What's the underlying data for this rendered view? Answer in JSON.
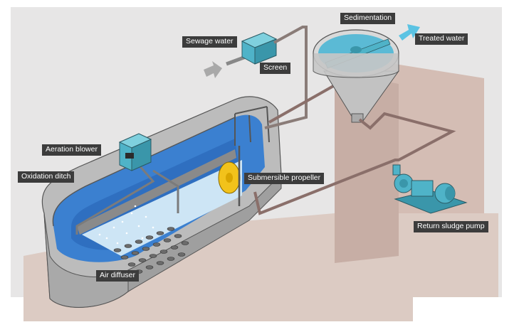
{
  "labels": {
    "sewage_water": "Sewage water",
    "screen": "Screen",
    "sedimentation": "Sedimentation",
    "treated_water": "Treated water",
    "aeration_blower": "Aeration blower",
    "oxidation_ditch": "Oxidation ditch",
    "submersible_propeller": "Submersible propeller",
    "air_diffuser": "Air diffuser",
    "return_sludge_pump": "Return sludge pump"
  },
  "colors": {
    "background_panel": "#e7e6e6",
    "ground": "#dcc8c0",
    "water_blue": "#3a7fd0",
    "water_light": "#cfe6f6",
    "tank_grey": "#bdbdbd",
    "equipment_teal": "#4fb3c8",
    "pipe": "#8a6f6a",
    "propeller_yellow": "#f2c21b",
    "flow_arrow_grey": "#a9a9a9",
    "flow_arrow_cyan": "#5bc3e3",
    "label_bg": "#3c3c3c"
  }
}
